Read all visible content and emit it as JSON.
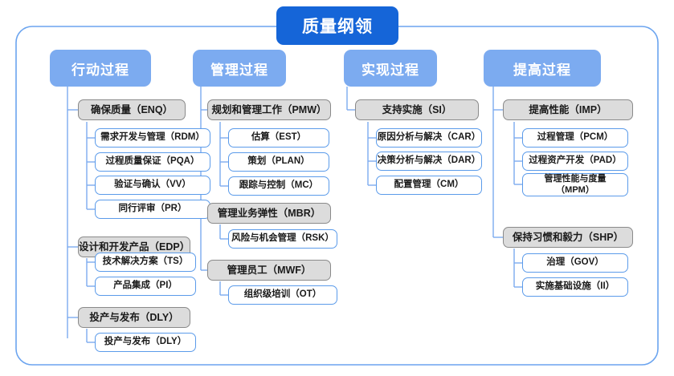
{
  "diagram": {
    "root": {
      "label": "质量纲领"
    },
    "colors": {
      "root_fill": "#1565d8",
      "header_fill": "#7cabf0",
      "level1_fill": "#dcdcdc",
      "level1_border": "#8a8a8a",
      "level2_fill": "#ffffff",
      "level2_border": "#5b9bea",
      "connector": "#7cabf0",
      "frame": "#6ba4ef",
      "background": "#ffffff"
    },
    "columns": [
      {
        "header": "行动过程",
        "groups": [
          {
            "label": "确保质量（ENQ）",
            "items": [
              "需求开发与管理（RDM）",
              "过程质量保证（PQA）",
              "验证与确认（VV）",
              "同行评审（PR）"
            ]
          },
          {
            "label": "设计和开发产品（EDP）",
            "items": [
              "技术解决方案（TS）",
              "产品集成（PI）"
            ]
          },
          {
            "label": "投产与发布（DLY）",
            "items": [
              "投产与发布（DLY）"
            ]
          }
        ]
      },
      {
        "header": "管理过程",
        "groups": [
          {
            "label": "规划和管理工作（PMW）",
            "items": [
              "估算（EST）",
              "策划（PLAN）",
              "跟踪与控制（MC）"
            ]
          },
          {
            "label": "管理业务弹性（MBR）",
            "items": [
              "风险与机会管理（RSK）"
            ]
          },
          {
            "label": "管理员工（MWF）",
            "items": [
              "组织级培训（OT）"
            ]
          }
        ]
      },
      {
        "header": "实现过程",
        "groups": [
          {
            "label": "支持实施（SI）",
            "items": [
              "原因分析与解决（CAR）",
              "决策分析与解决（DAR）",
              "配置管理（CM）"
            ]
          }
        ]
      },
      {
        "header": "提高过程",
        "groups": [
          {
            "label": "提高性能（IMP）",
            "items": [
              "过程管理（PCM）",
              "过程资产开发（PAD）",
              "管理性能与度量\n（MPM）"
            ]
          },
          {
            "label": "保持习惯和毅力（SHP）",
            "items": [
              "治理（GOV）",
              "实施基础设施（II）"
            ]
          }
        ]
      }
    ]
  }
}
